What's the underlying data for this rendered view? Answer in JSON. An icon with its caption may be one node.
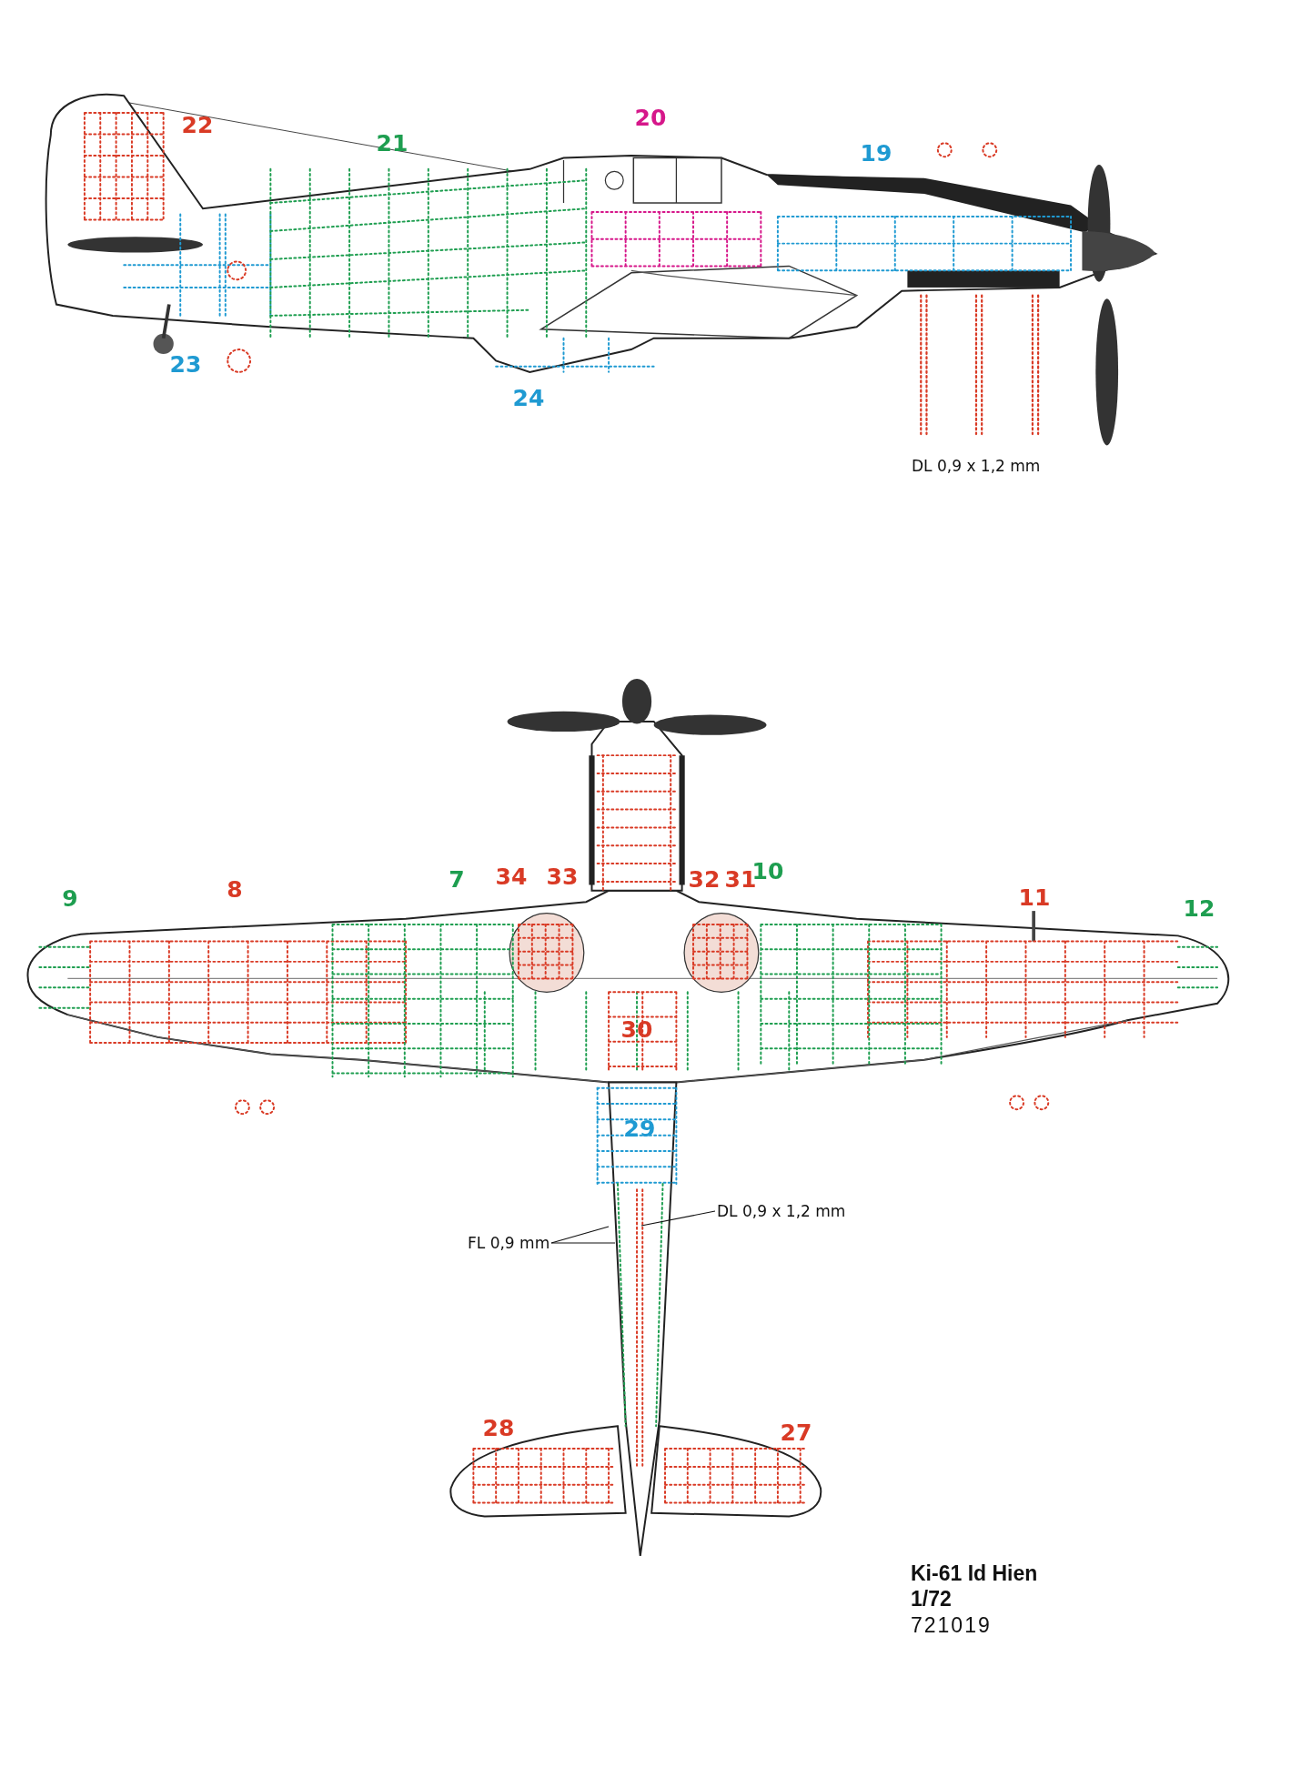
{
  "diagram": {
    "nodes": [
      {
        "text": [
          "FL 0,9 mm"
        ]
      },
      {
        "text": [
          "DL 0,9 x 1,2 mm"
        ]
      }
    ],
    "edges": [
      {
        "from": 0,
        "to": null,
        "arrow": "none"
      },
      {
        "from": 0,
        "to": null,
        "arrow": "none"
      },
      {
        "from": 1,
        "to": null,
        "arrow": "none"
      }
    ],
    "labels": [
      "22",
      "20",
      "21",
      "19",
      "23",
      "24",
      "DL 0,9 x 1,2 mm",
      "9",
      "8",
      "7",
      "34",
      "33",
      "32",
      "31",
      "10",
      "11",
      "12",
      "30",
      "29",
      "28",
      "27",
      "Ki-61 Id Hien",
      "1/72",
      "721019"
    ]
  }
}
